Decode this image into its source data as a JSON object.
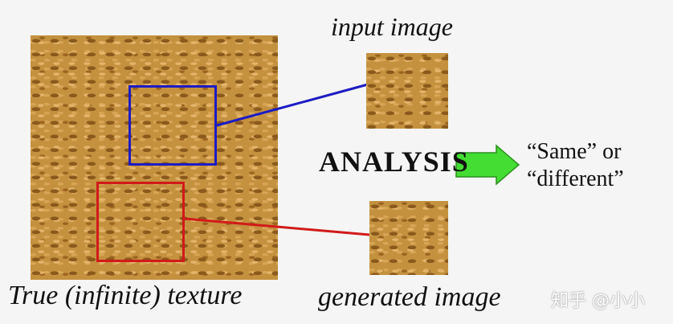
{
  "labels": {
    "input": "input image",
    "generated": "generated image",
    "true_texture": "True (infinite) texture",
    "analysis": "ANALYSIS",
    "result_line1": "“Same” or",
    "result_line2": "“different”"
  },
  "watermark": "知乎 @小小",
  "colors": {
    "sample_frame_input": "#1c1cc4",
    "sample_frame_generated": "#d11a1a",
    "arrow": "#44dd33",
    "texture": "#c4913f"
  }
}
